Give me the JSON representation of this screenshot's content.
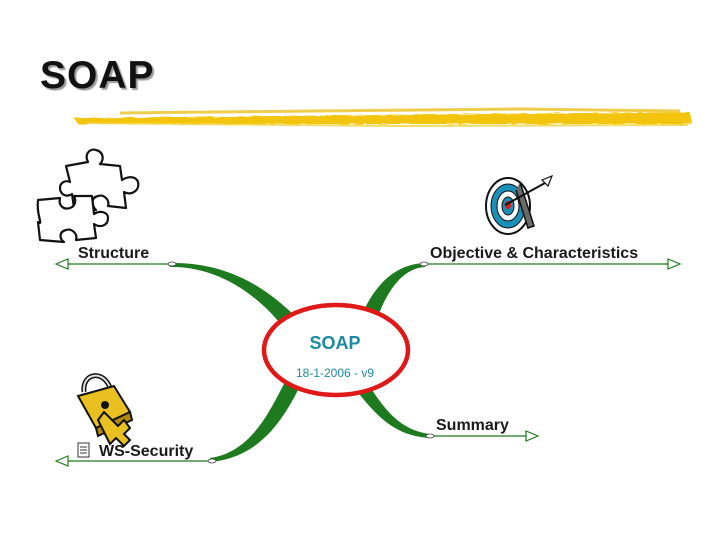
{
  "title": "SOAP",
  "central_topic": {
    "title": "SOAP",
    "subtitle": "18-1-2006 - v9"
  },
  "branches": [
    {
      "label": "Structure",
      "icon": "puzzle-icon"
    },
    {
      "label": "Objective & Characteristics",
      "icon": "target-icon"
    },
    {
      "label": "WS-Security",
      "icon": "padlock-icon",
      "note_icon": "note-icon"
    },
    {
      "label": "Summary"
    }
  ],
  "colors": {
    "branch": "#1e7a1e",
    "center_border": "#e01818",
    "center_text": "#1c8aa0",
    "underline": "#f2c200"
  }
}
